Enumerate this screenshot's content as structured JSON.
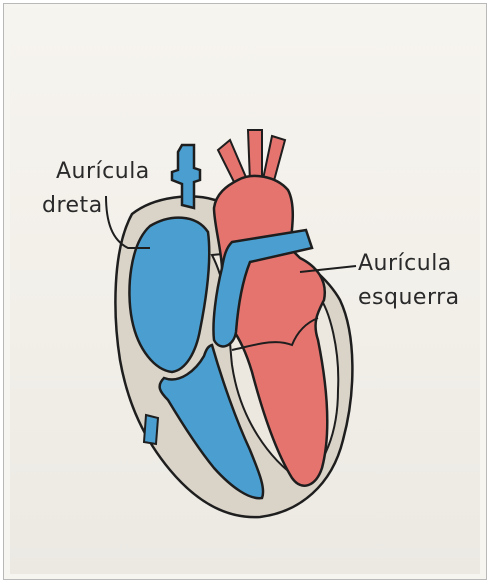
{
  "labels": {
    "right_atrium": {
      "line1": "Aurícula",
      "line2": "dreta"
    },
    "left_atrium": {
      "line1": "Aurícula",
      "line2": "esquerra"
    }
  },
  "colors": {
    "paper": "#f4f2ed",
    "outline": "#1e1e1e",
    "heart_wall": "#d9d3c8",
    "inner_wall": "#ece7df",
    "blood_deoxygenated": "#4a9fd0",
    "blood_oxygenated": "#e5746f"
  }
}
